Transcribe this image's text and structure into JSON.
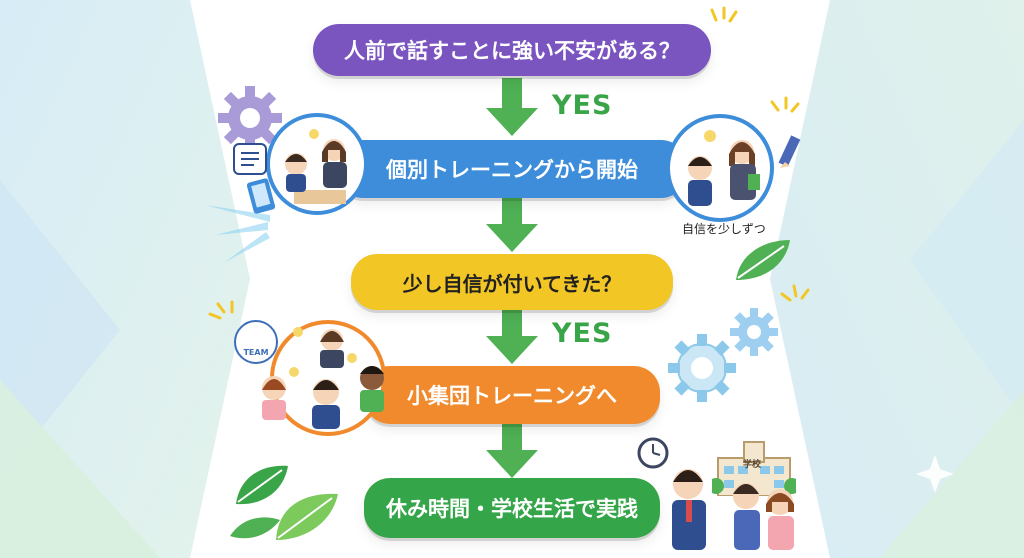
{
  "flow": {
    "step1": "人前で話すことに強い不安がある？",
    "step2": "個別トレーニングから開始",
    "step3": "少し自信が付いてきた？",
    "step4": "小集団トレーニングへ",
    "step5": "休み時間・学校生活で実践"
  },
  "labels": {
    "yes1": "YES",
    "yes2": "YES",
    "confidence_note": "自信を少しずつ",
    "team_badge": "TEAM",
    "school_sign": "学校"
  },
  "colors": {
    "step1": "#7a55c0",
    "step2": "#3d8ddb",
    "step3": "#f2c625",
    "step4": "#f08a2c",
    "step5": "#35a54a",
    "arrow": "#4fb054"
  }
}
